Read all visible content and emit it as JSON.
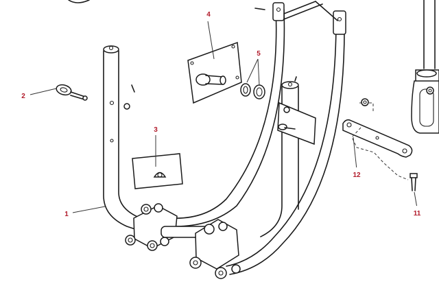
{
  "callouts": [
    "2",
    "3",
    "4",
    "5",
    "1",
    "12",
    "11"
  ],
  "colors": {
    "callout_text": "#b11a2a",
    "line_art": "#1a1a1a",
    "background": "#ffffff"
  }
}
